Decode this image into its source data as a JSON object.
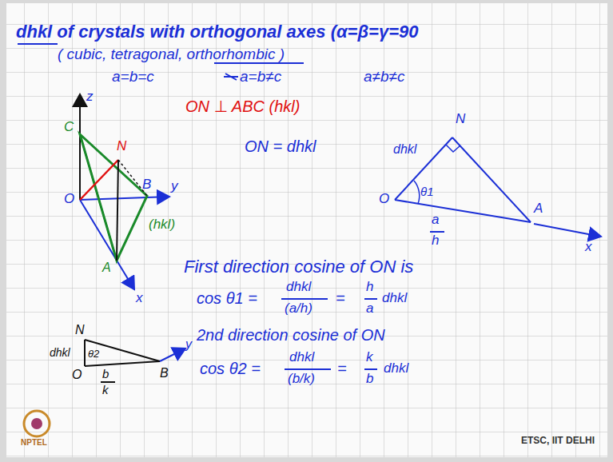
{
  "diagram": {
    "title": "dhkl of crystals with orthogonal axes (α=β=γ=90",
    "labels": [
      "( cubic, tetragonal, orthorhombic )",
      "a=b=c",
      "a=b≠c",
      "a≠b≠c",
      "z",
      "C",
      "N",
      "O",
      "B",
      "y",
      "(hkl)",
      "A",
      "x",
      "ON ⊥ ABC (hkl)",
      "ON = dhkl",
      "N",
      "dhkl",
      "θ1",
      "O",
      "a",
      "h",
      "A",
      "x",
      "First direction cosine of ON is",
      "cos θ1 =",
      "dhkl",
      "(a/h)",
      "=",
      "h",
      "a",
      "dhkl",
      "N",
      "dhkl",
      "θ2",
      "O",
      "B",
      "b",
      "k",
      "y",
      "2nd direction cosine of ON",
      "cos θ2 =",
      "dhkl",
      "(b/k)",
      "=",
      "k",
      "b",
      "dhkl",
      "ETSC, IIT DELHI",
      "NPTEL"
    ]
  }
}
